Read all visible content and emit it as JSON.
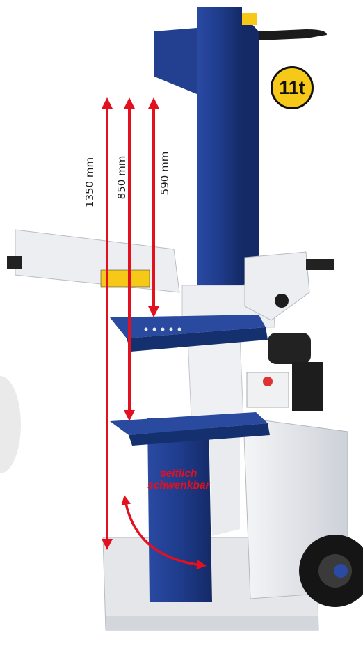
{
  "badge": {
    "text": "11t",
    "color": "#f6c818"
  },
  "dimensions": [
    {
      "label": "1350 mm"
    },
    {
      "label": "850 mm"
    },
    {
      "label": "590 mm"
    }
  ],
  "annotation": {
    "line1": "seitlich",
    "line2": "schwenkbar"
  },
  "colors": {
    "machine_blue": "#1f3c8c",
    "frame_grey": "#e6e8ec",
    "arrow_red": "#e3101f",
    "warning_yellow": "#f6c818"
  }
}
